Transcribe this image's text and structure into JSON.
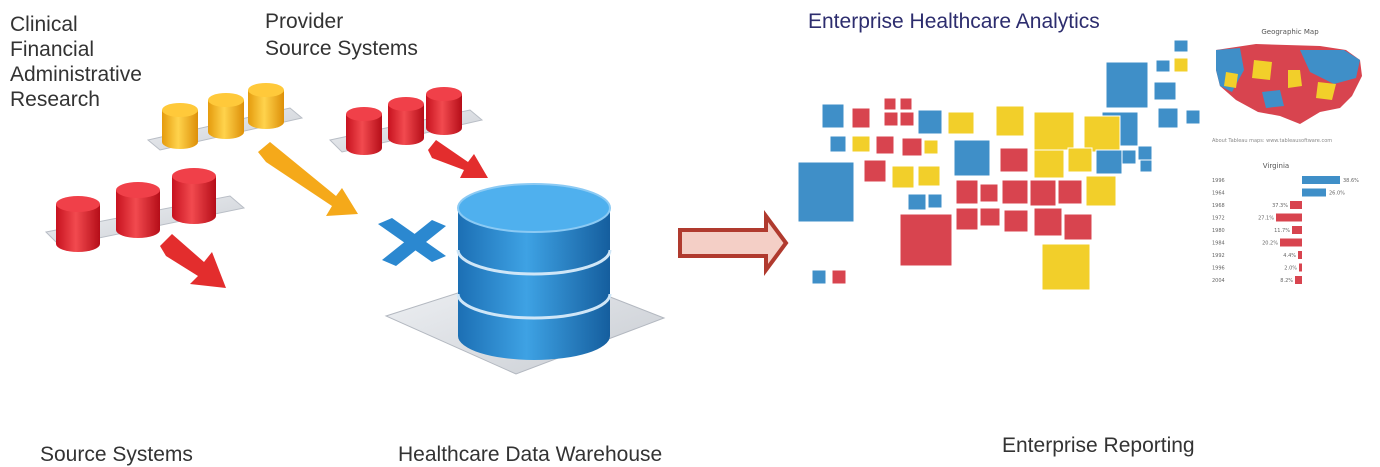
{
  "labels": {
    "categories": [
      "Clinical",
      "Financial",
      "Administrative",
      "Research"
    ],
    "provider": [
      "Provider",
      "Source Systems"
    ],
    "source_systems": "Source Systems",
    "healthcare_dw": "Healthcare Data Warehouse",
    "enterprise_analytics": "Enterprise Healthcare Analytics",
    "enterprise_reporting": "Enterprise Reporting"
  },
  "dashboard": {
    "geo_title": "Geographic Map",
    "state_title": "Virginia",
    "footnote": "About Tableau maps: www.tableausoftware.com",
    "bar_rows": [
      {
        "year": "1996",
        "value": "38.6%"
      },
      {
        "year": "1964",
        "value": "26.0%"
      },
      {
        "year": "1968",
        "value": "37.3%"
      },
      {
        "year": "1972",
        "value": "27.1%"
      },
      {
        "year": "1980",
        "value": "11.7%"
      },
      {
        "year": "1984",
        "value": "20.2%"
      },
      {
        "year": "1992",
        "value": "4.4%"
      },
      {
        "year": "1996",
        "value": "2.0%"
      },
      {
        "year": "2004",
        "value": "8.2%"
      }
    ]
  },
  "colors": {
    "red": "#d8444f",
    "blue": "#3f8fc8",
    "yellow": "#f2cf2a",
    "orange_db": "#f5b21d",
    "arrow_border": "#b03a2e",
    "arrow_fill": "#f4cfc6"
  }
}
